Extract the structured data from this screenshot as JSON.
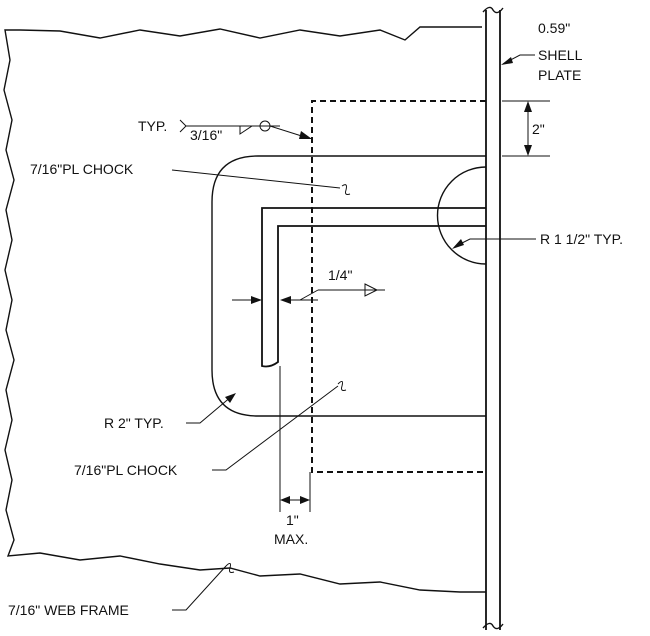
{
  "labels": {
    "shell_thk": "0.59\"",
    "shell_1": "SHELL",
    "shell_2": "PLATE",
    "typ": "TYP.",
    "weld_size": "3/16\"",
    "chock_top": "7/16\"PL CHOCK",
    "dim_2": "2\"",
    "radius_1": "R 1 1/2\" TYP.",
    "fillet": "1/4\"",
    "radius_2": "R 2\" TYP.",
    "chock_bottom": "7/16\"PL CHOCK",
    "dim_1": "1\"",
    "max": "MAX.",
    "web_frame": "7/16\" WEB FRAME"
  }
}
